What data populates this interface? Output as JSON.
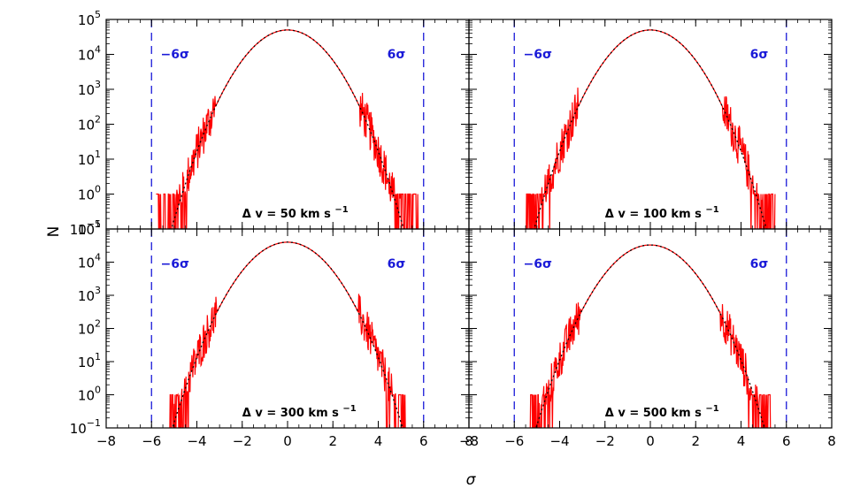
{
  "chart_data": {
    "type": "line",
    "xlabel": "σ",
    "ylabel": "N",
    "xlim": [
      -8,
      8
    ],
    "ylim_log10": [
      -1,
      5
    ],
    "y_log_scale": true,
    "x_ticks": [
      -8,
      -6,
      -4,
      -2,
      0,
      2,
      4,
      6,
      8
    ],
    "x_tick_labels": [
      "−8",
      "−6",
      "−4",
      "−2",
      "0",
      "2",
      "4",
      "6",
      "8"
    ],
    "y_tick_base": "10",
    "y_tick_exponents": [
      "−1",
      "0",
      "1",
      "2",
      "3",
      "4",
      "5"
    ],
    "grid": false,
    "colors": {
      "histogram": "#ff0000",
      "gaussian_fit": "#000000",
      "sigma_lines": "#1a1ad8"
    },
    "sigma_lines": [
      -6,
      6
    ],
    "sigma_labels": [
      "−6σ",
      "6σ"
    ],
    "panels": [
      {
        "label_prefix": "Δ v = ",
        "label_value": "50",
        "label_unit": "km s",
        "label_unit_exp": "−1",
        "peak": 50000,
        "noise_range": [
          -5.8,
          5.8
        ]
      },
      {
        "label_prefix": "Δ v = ",
        "label_value": "100",
        "label_unit": "km s",
        "label_unit_exp": "−1",
        "peak": 50000,
        "noise_range": [
          -5.5,
          5.5
        ]
      },
      {
        "label_prefix": "Δ v = ",
        "label_value": "300",
        "label_unit": "km s",
        "label_unit_exp": "−1",
        "peak": 40000,
        "noise_range": [
          -5.2,
          5.2
        ]
      },
      {
        "label_prefix": "Δ v = ",
        "label_value": "500",
        "label_unit": "km s",
        "label_unit_exp": "−1",
        "peak": 33000,
        "noise_range": [
          -5.3,
          5.3
        ]
      }
    ]
  }
}
